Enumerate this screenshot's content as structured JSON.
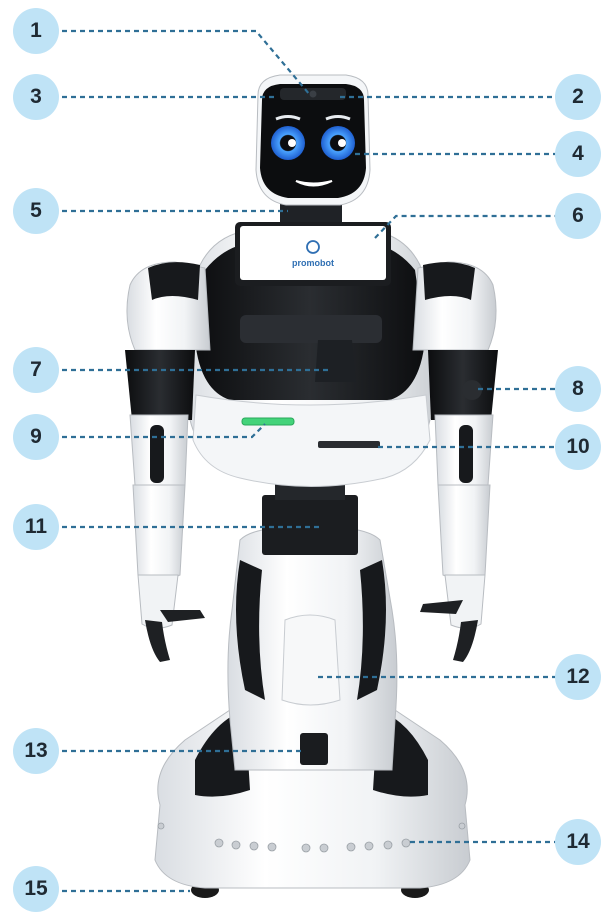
{
  "brand": {
    "chest_logo_text": "promobot"
  },
  "callouts": [
    {
      "number": "1"
    },
    {
      "number": "2"
    },
    {
      "number": "3"
    },
    {
      "number": "4"
    },
    {
      "number": "5"
    },
    {
      "number": "6"
    },
    {
      "number": "7"
    },
    {
      "number": "8"
    },
    {
      "number": "9"
    },
    {
      "number": "10"
    },
    {
      "number": "11"
    },
    {
      "number": "12"
    },
    {
      "number": "13"
    },
    {
      "number": "14"
    },
    {
      "number": "15"
    }
  ],
  "colors": {
    "badge_fill": "#bfe3f6",
    "badge_text": "#1f2a33",
    "leader_line": "#2f6f96",
    "robot_white": "#f4f6f8",
    "robot_black": "#16181b",
    "eye_blue": "#2f7be0",
    "status_green": "#43d37a"
  }
}
